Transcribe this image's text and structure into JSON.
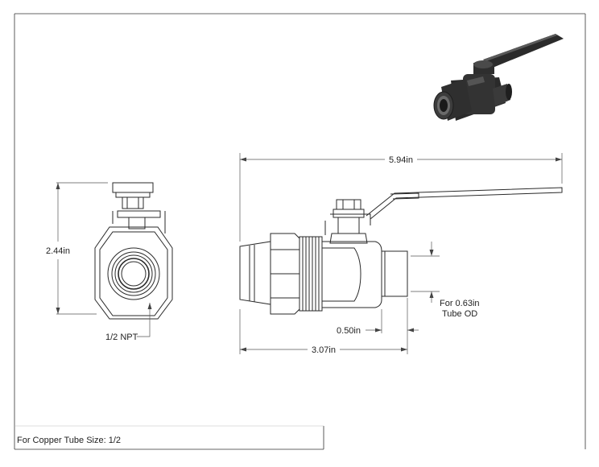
{
  "drawing": {
    "dimensions": {
      "overall_length": "5.94in",
      "height": "2.44in",
      "body_length": "3.07in",
      "tube_stub": "0.50in"
    },
    "callouts": {
      "npt": "1/2 NPT",
      "tube_line1": "For 0.63in",
      "tube_line2": "Tube OD"
    },
    "footer": "For Copper Tube Size: 1/2"
  },
  "colors": {
    "line": "#2a2a2a",
    "dim_line": "#555555",
    "iso_body": "#2b2b2b",
    "iso_highlight": "#6a6a6a"
  }
}
